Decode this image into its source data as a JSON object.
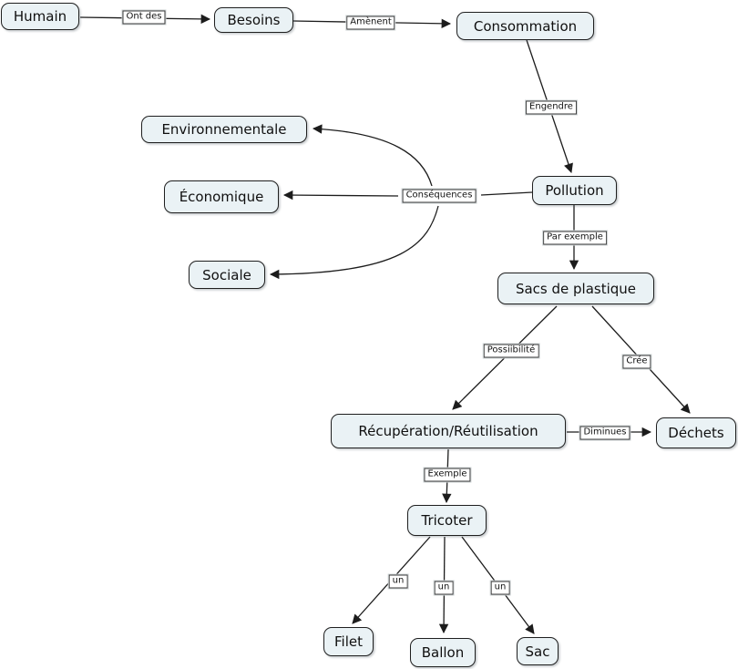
{
  "nodes": {
    "humain": "Humain",
    "besoins": "Besoins",
    "consommation": "Consommation",
    "environnementale": "Environnementale",
    "economique": "Économique",
    "pollution": "Pollution",
    "sociale": "Sociale",
    "sacs_de_plastique": "Sacs de plastique",
    "recuperation": "Récupération/Réutilisation",
    "dechets": "Déchets",
    "tricoter": "Tricoter",
    "filet": "Filet",
    "ballon": "Ballon",
    "sac": "Sac"
  },
  "edge_labels": {
    "ont_des": "Ont des",
    "amenent": "Amènent",
    "engendre": "Engendre",
    "consequences": "Conséquences",
    "par_exemple": "Par exemple",
    "possiibilite": "Possiibilité",
    "cree": "Crée",
    "diminues": "Diminues",
    "exemple": "Exemple",
    "un_filet": "un",
    "un_ballon": "un",
    "un_sac": "un"
  },
  "colors": {
    "node_fill": "#eaf2f5",
    "node_border": "#1f1f1f",
    "edge": "#1c1c1c",
    "label_bg": "#ffffff",
    "background": "#ffffff"
  }
}
